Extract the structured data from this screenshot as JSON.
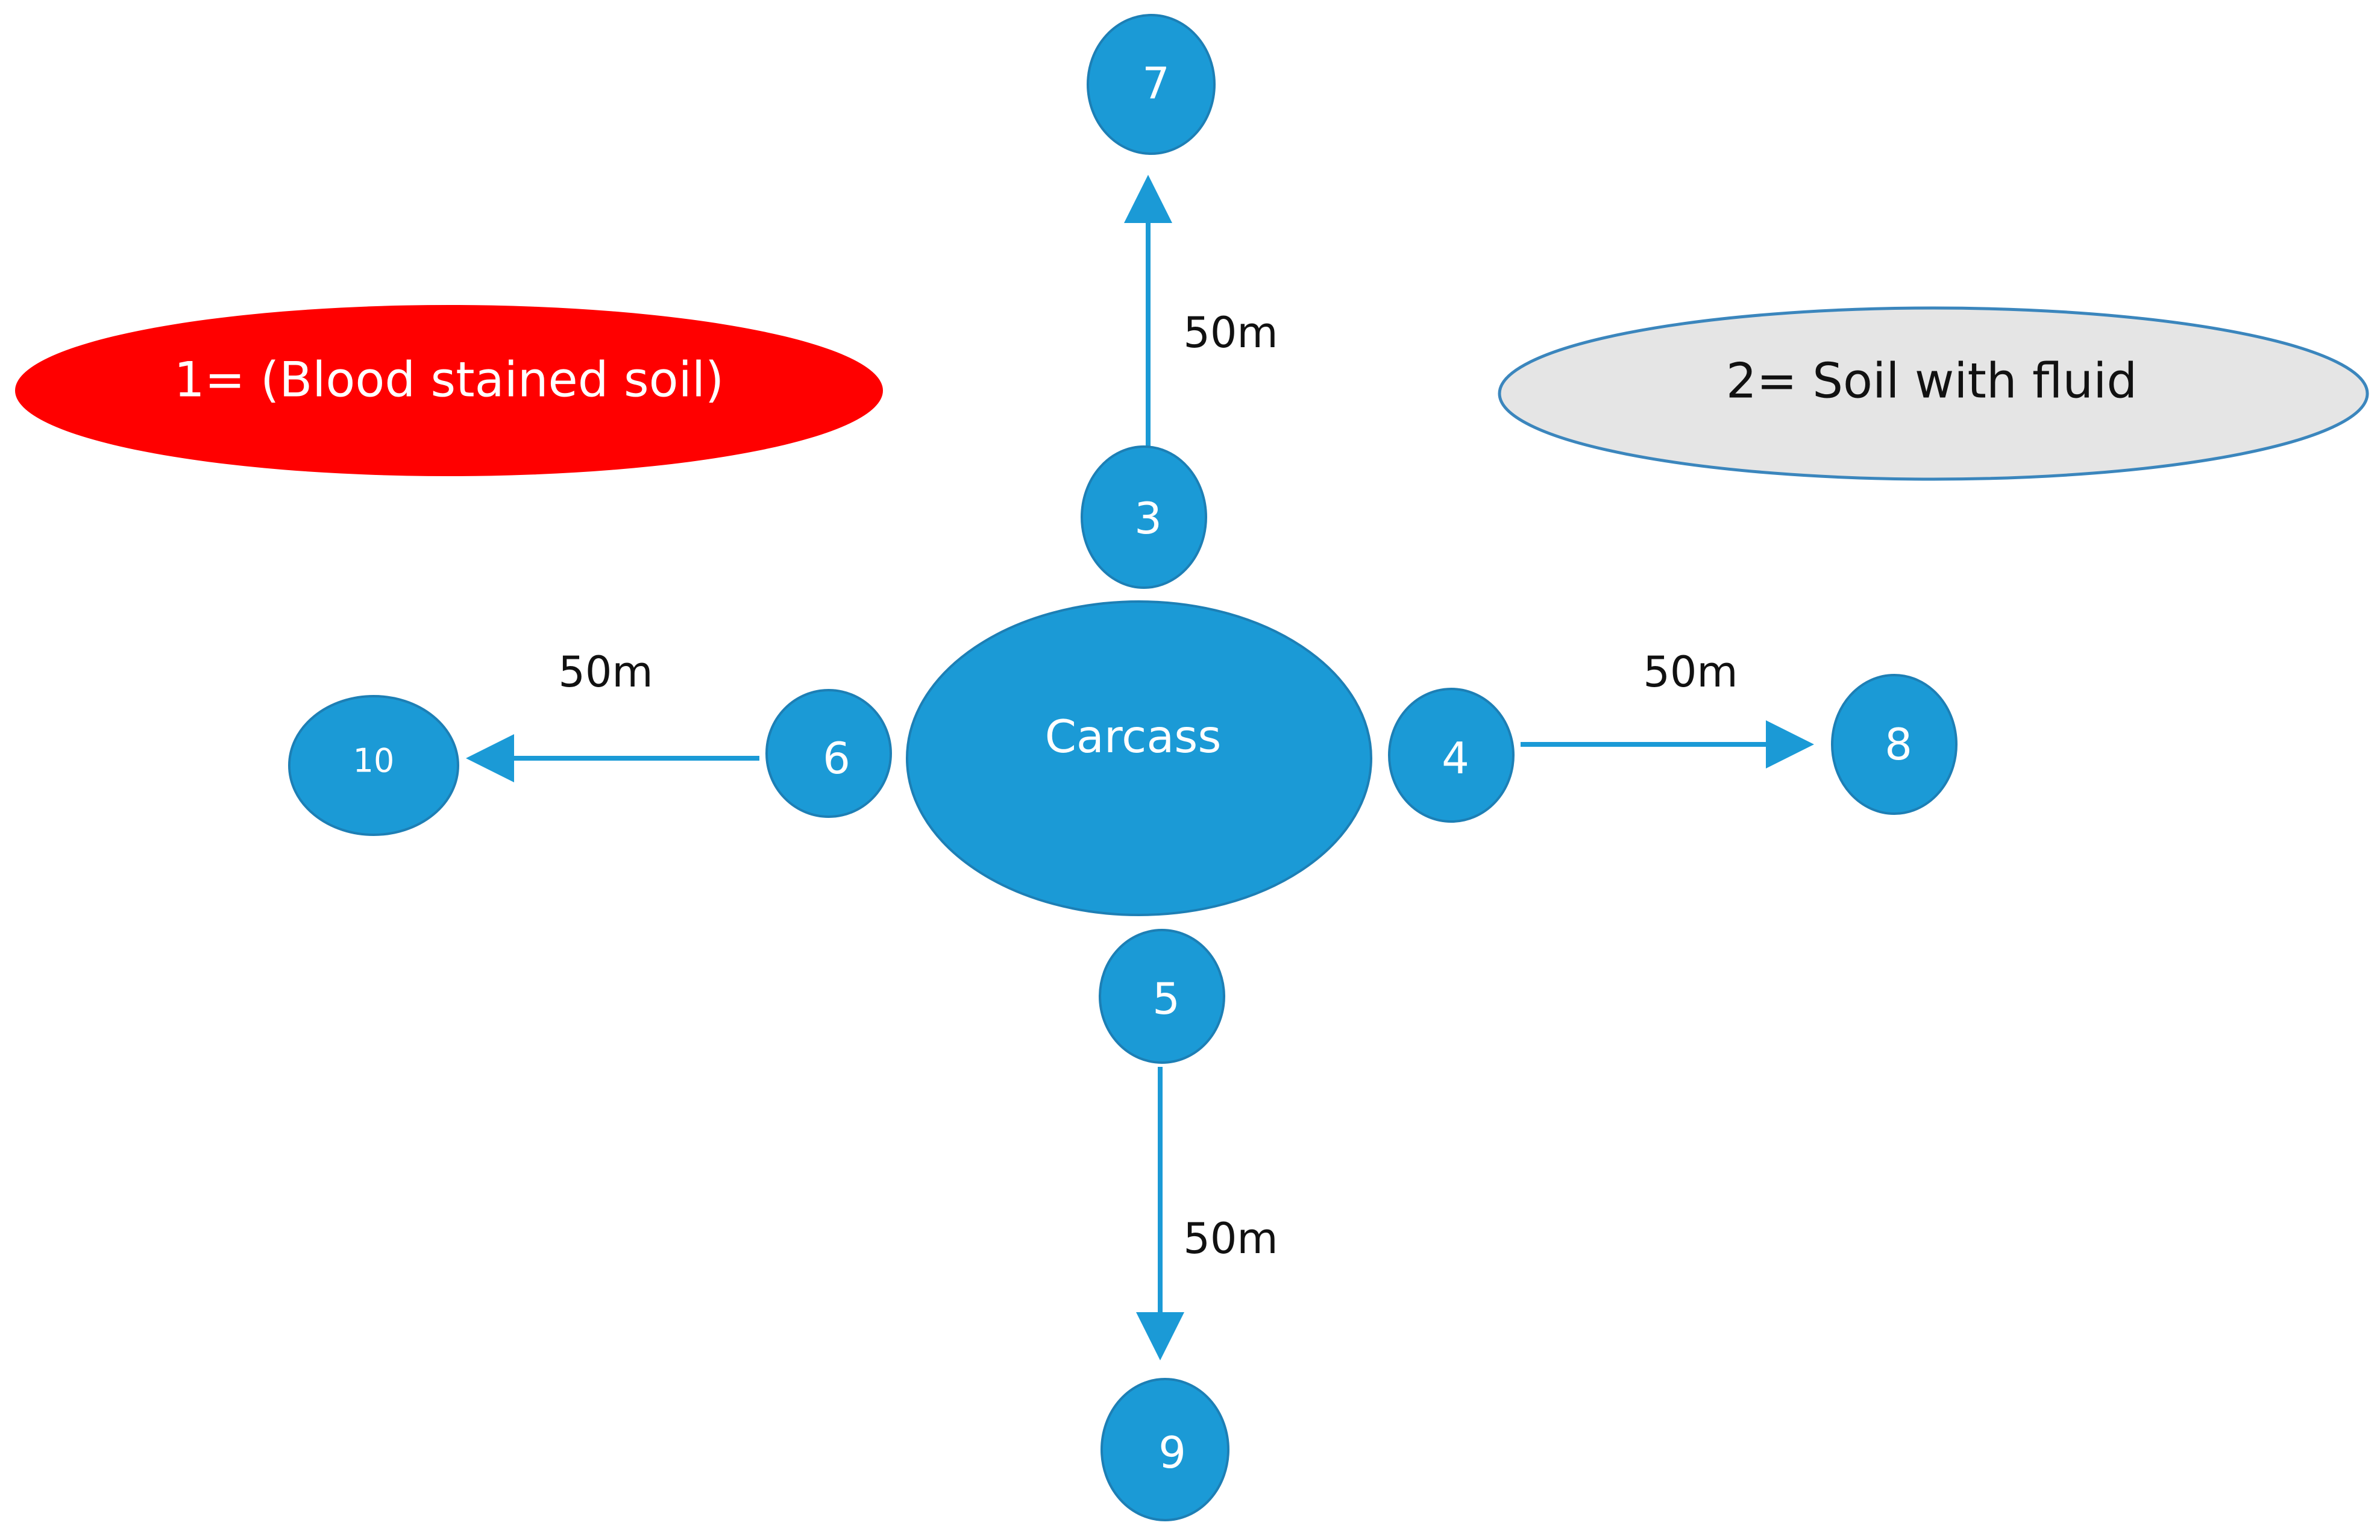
{
  "colors": {
    "node_fill": "#1b9ad6",
    "node_stroke": "#1d7fb5",
    "arrow": "#1b9ad6",
    "legend_blood_fill": "#ff0000",
    "legend_blood_text": "#ffffff",
    "legend_fluid_fill": "#e5e5e5",
    "legend_fluid_stroke": "#3b86bd",
    "legend_fluid_text": "#111111"
  },
  "legend": {
    "blood": "1= (Blood stained soil)",
    "fluid": "2= Soil with fluid"
  },
  "nodes": {
    "carcass": "Carcass",
    "n3": "3",
    "n4": "4",
    "n5": "5",
    "n6": "6",
    "n7": "7",
    "n8": "8",
    "n9": "9",
    "n10": "10"
  },
  "distances": {
    "north": "50m",
    "east": "50m",
    "south": "50m",
    "west": "50m"
  }
}
